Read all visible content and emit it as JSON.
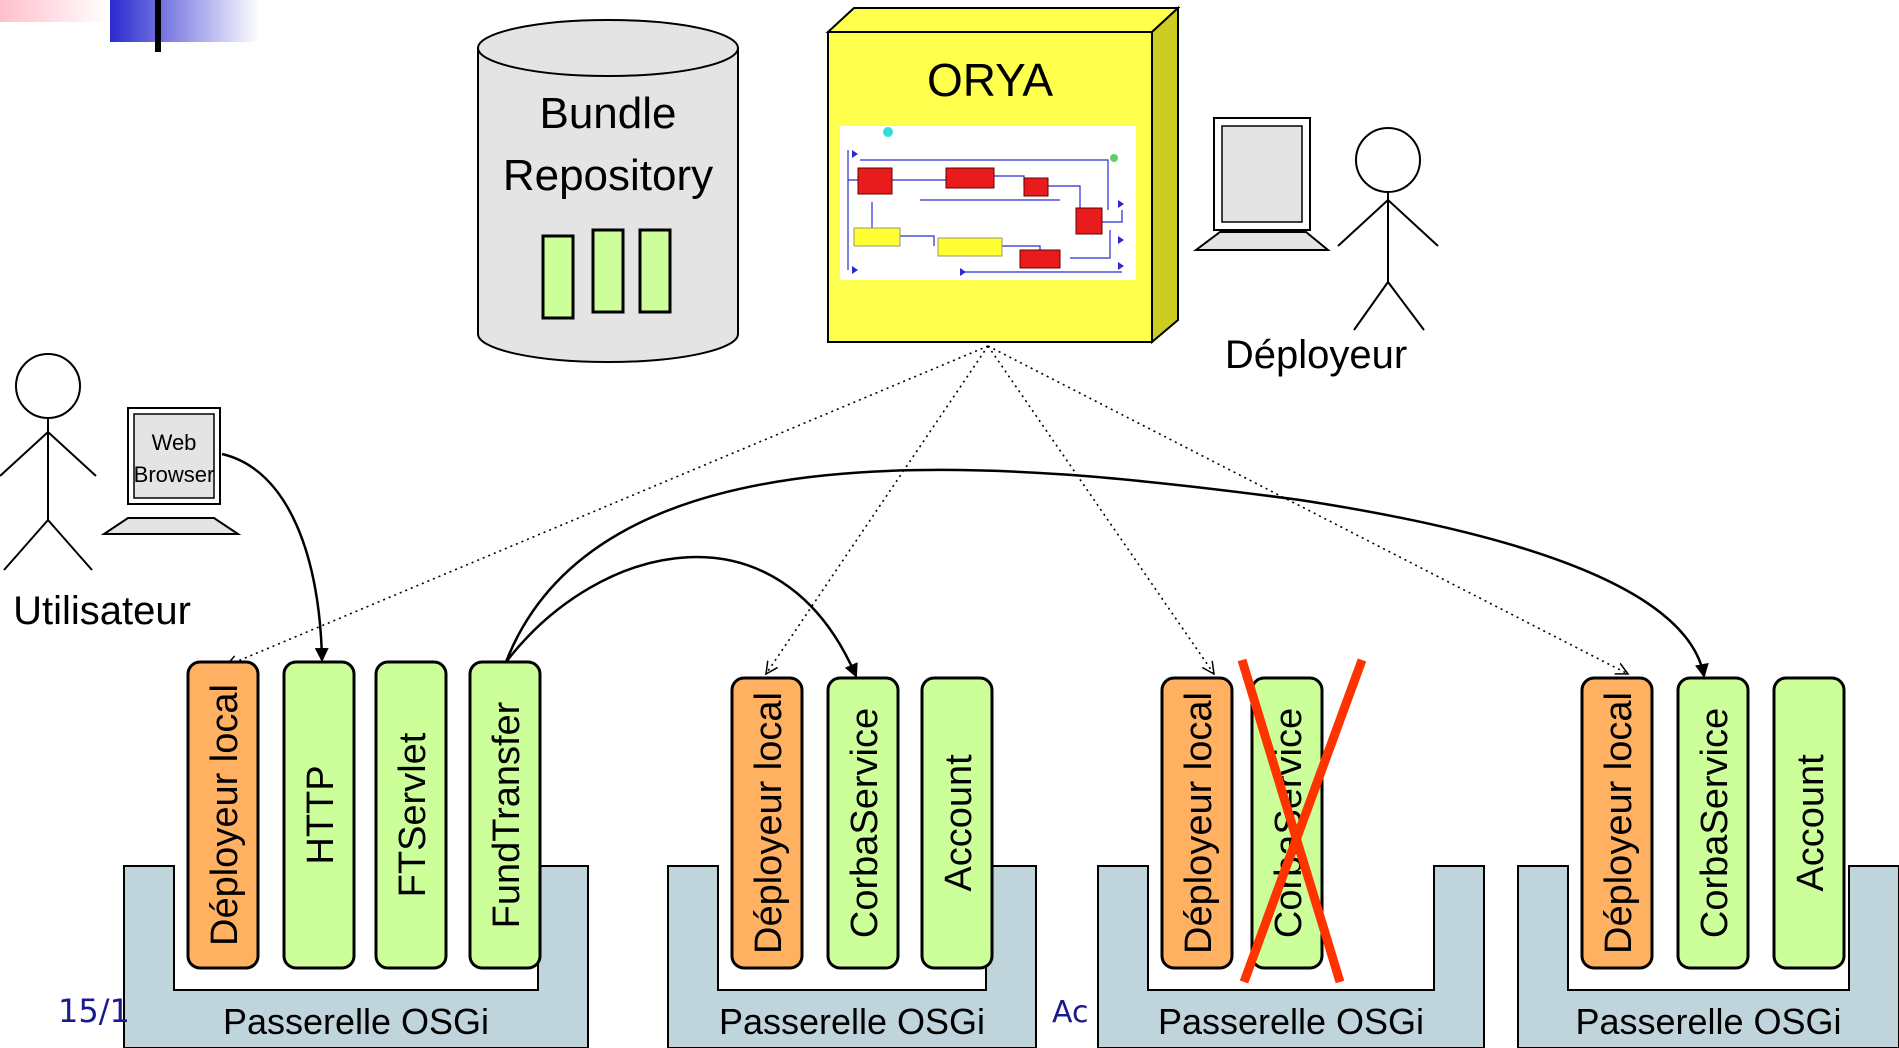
{
  "orya": {
    "title": "ORYA"
  },
  "repository": {
    "line1": "Bundle",
    "line2": "Repository"
  },
  "deployer": {
    "label": "Déployeur"
  },
  "user": {
    "label": "Utilisateur"
  },
  "browser": {
    "line1": "Web",
    "line2": "Browser"
  },
  "gateways": [
    {
      "label": "Passerelle OSGi",
      "bundles": [
        "Déployeur local",
        "HTTP",
        "FTServlet",
        "FundTransfer"
      ]
    },
    {
      "label": "Passerelle OSGi",
      "bundles": [
        "Déployeur local",
        "CorbaService",
        "Account"
      ]
    },
    {
      "label": "Passerelle OSGi",
      "bundles": [
        "Déployeur local",
        "CorbaService"
      ],
      "crossed_out": "CorbaService"
    },
    {
      "label": "Passerelle OSGi",
      "bundles": [
        "Déployeur local",
        "CorbaService",
        "Account"
      ]
    }
  ],
  "footer": {
    "left": "15/1",
    "mid": "Ac"
  },
  "colors": {
    "orya_fill": "#ffff4d",
    "repo_fill": "#e4e4e4",
    "bundle_green": "#ccff99",
    "bundle_orange": "#ffb060",
    "gateway_fill": "#c0d4dc",
    "cross": "#ff3300",
    "accent": "#2a2ad0"
  }
}
